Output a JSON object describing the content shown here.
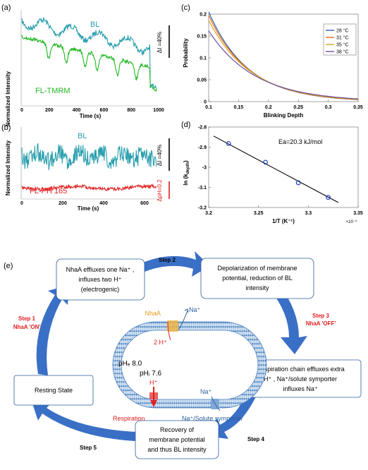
{
  "panel_a": {
    "label": "(a)",
    "ylabel": "Normalized Intensity",
    "xlabel": "Time (s)",
    "xticks": [
      "0",
      "200",
      "400",
      "600",
      "800",
      "1000"
    ],
    "series_bl": "BL",
    "series_fl": "FL-TMRM",
    "scalebar": "ΔI =40%",
    "colors": {
      "bl": "#2a9fae",
      "fl": "#22b822"
    }
  },
  "panel_b": {
    "label": "(b)",
    "ylabel": "Normalized Intensity",
    "xlabel": "Time (s)",
    "xticks": [
      "0",
      "200",
      "400",
      "600"
    ],
    "series_bl": "BL",
    "series_fl": "FL-PH 165",
    "scalebar_bl": "ΔI =40%",
    "scalebar_ph": "ΔpH=0.2",
    "colors": {
      "bl": "#2a9fae",
      "ph": "#e02020"
    }
  },
  "chart_data": [
    {
      "type": "line",
      "panel": "(c)",
      "xlabel": "Blinking Depth",
      "ylabel": "Probability",
      "xlim": [
        0.1,
        0.35
      ],
      "ylim": [
        0,
        0.2
      ],
      "xticks": [
        "0.1",
        "0.15",
        "0.2",
        "0.25",
        "0.3",
        "0.35"
      ],
      "yticks": [
        "0",
        "0.05",
        "0.1",
        "0.15",
        "0.2"
      ],
      "legend": "top-right",
      "series": [
        {
          "name": "28 °C",
          "color": "#2f5fb3",
          "y0": 0.205,
          "k": 15.2
        },
        {
          "name": "31 °C",
          "color": "#e06a1a",
          "y0": 0.197,
          "k": 14.8
        },
        {
          "name": "35 °C",
          "color": "#d9a21a",
          "y0": 0.186,
          "k": 14.2
        },
        {
          "name": "38 °C",
          "color": "#6b4fa0",
          "y0": 0.162,
          "k": 13.0
        }
      ]
    },
    {
      "type": "scatter",
      "panel": "(d)",
      "xlabel": "1/T (K⁻¹)",
      "xscale_note": "×10⁻³",
      "ylabel": "ln (k_depth)",
      "annotation": "Ea=20.3 kJ/mol",
      "xlim": [
        3.2,
        3.35
      ],
      "ylim": [
        -3.2,
        -2.8
      ],
      "xticks": [
        "3.2",
        "3.25",
        "3.3",
        "3.35"
      ],
      "yticks": [
        "-2.8",
        "-2.9",
        "-3",
        "-3.1",
        "-3.2"
      ],
      "x": [
        3.22,
        3.257,
        3.29,
        3.32
      ],
      "y": [
        -2.882,
        -2.975,
        -3.077,
        -3.15
      ],
      "fit": {
        "x": [
          3.205,
          3.33
        ],
        "y": [
          -2.845,
          -3.175
        ]
      }
    }
  ],
  "panel_e": {
    "label": "(e)",
    "step1": "Step 1",
    "step1_sub": "NhaA 'ON'",
    "step2": "Step 2",
    "step3": "Step 3",
    "step3_sub": "NhaA 'OFF'",
    "step4": "Step 4",
    "step5": "Step 5",
    "box1": [
      "NhaA effluxes one Na⁺ ,",
      "influxes two H⁺",
      "(electrogenic)"
    ],
    "box2": [
      "Depolarization of membrane",
      "potential, reduction of BL",
      "intensity"
    ],
    "box3": [
      "Respiration chain effluxes  extra",
      "H⁺ , Na⁺/solute symporter",
      "influxes Na⁺"
    ],
    "box4": [
      "Recovery of",
      "membrane potential",
      "and thus BL intensity"
    ],
    "box5": "Resting State",
    "nhaa": "NhaA",
    "na_top": "Na⁺",
    "two_h": "2 H⁺",
    "h_plus": "H⁺",
    "na_right": "Na⁺",
    "ph_out": "pHₑ 8.0",
    "ph_in": "pHᵢ 7.6",
    "respiration": "Respiration",
    "symporter": "Na⁺/Solute  symporter"
  }
}
